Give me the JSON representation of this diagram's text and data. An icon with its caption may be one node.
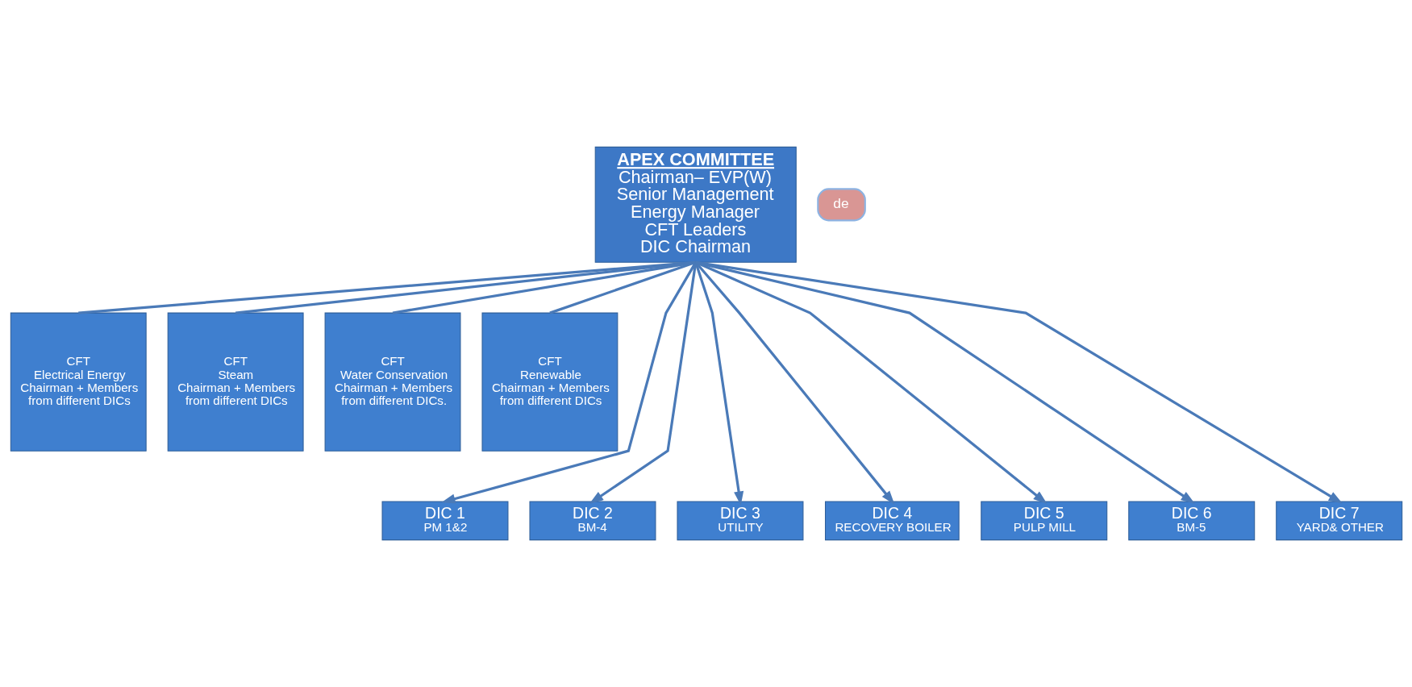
{
  "diagram": {
    "nodes": [
      {
        "text": [
          "APEX COMMITTEE",
          "Chairman– EVP(W)",
          "Senior Management",
          "Energy Manager",
          "CFT Leaders",
          "DIC Chairman"
        ]
      },
      {
        "text": [
          "CFT",
          "Electrical Energy",
          "Chairman + Members from different DICs"
        ]
      },
      {
        "text": [
          "CFT",
          "Steam",
          "Chairman + Members from different DICs"
        ]
      },
      {
        "text": [
          "CFT",
          "Water Conservation",
          "Chairman + Members from different DICs."
        ]
      },
      {
        "text": [
          "CFT",
          "Renewable",
          "Chairman + Members from different DICs"
        ]
      },
      {
        "text": [
          "DIC 1",
          "PM 1&2"
        ]
      },
      {
        "text": [
          "DIC 2",
          "BM-4"
        ]
      },
      {
        "text": [
          "DIC 3",
          "UTILITY"
        ]
      },
      {
        "text": [
          "DIC 4",
          "RECOVERY BOILER"
        ]
      },
      {
        "text": [
          "DIC 5",
          "PULP MILL"
        ]
      },
      {
        "text": [
          "DIC 6",
          "BM-5"
        ]
      },
      {
        "text": [
          "DIC 7",
          "YARD& OTHER"
        ]
      },
      {
        "text": [
          "de"
        ]
      }
    ],
    "edges": [
      {
        "from": 0,
        "to": 1,
        "arrow": "none"
      },
      {
        "from": 0,
        "to": 2,
        "arrow": "none"
      },
      {
        "from": 0,
        "to": 3,
        "arrow": "none"
      },
      {
        "from": 0,
        "to": 4,
        "arrow": "none"
      },
      {
        "from": 0,
        "to": 5,
        "arrow": "to"
      },
      {
        "from": 0,
        "to": 6,
        "arrow": "to"
      },
      {
        "from": 0,
        "to": 7,
        "arrow": "to"
      },
      {
        "from": 0,
        "to": 8,
        "arrow": "to"
      },
      {
        "from": 0,
        "to": 9,
        "arrow": "to"
      },
      {
        "from": 0,
        "to": 10,
        "arrow": "to"
      },
      {
        "from": 0,
        "to": 11,
        "arrow": "to"
      }
    ]
  }
}
